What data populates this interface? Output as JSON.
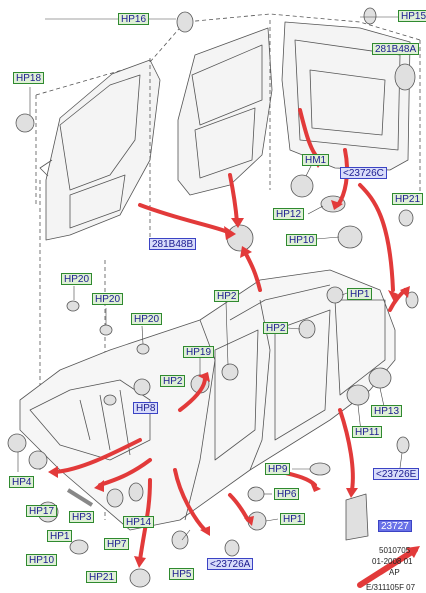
{
  "labels": {
    "hp16": "HP16",
    "hp15": "HP15",
    "b281_top": "281B48A",
    "hp18": "HP18",
    "hm1": "HM1",
    "c23726c": "<23726C",
    "hp12": "HP12",
    "hp21_r": "HP21",
    "b281_mid": "281B48B",
    "hp10_mid": "HP10",
    "hp20_a": "HP20",
    "hp20_b": "HP20",
    "hp2_top": "HP2",
    "hp1_r": "HP1",
    "hp20_c": "HP20",
    "hp2_mid": "HP2",
    "hp19": "HP19",
    "hp2_left": "HP2",
    "hp8": "HP8",
    "hp13": "HP13",
    "hp11": "HP11",
    "hp4": "HP4",
    "c23726e": "<23726E",
    "hp9": "HP9",
    "hp6": "HP6",
    "hp17": "HP17",
    "hp3": "HP3",
    "hp14": "HP14",
    "hp1_bot": "HP1",
    "hp1_left": "HP1",
    "hp7": "HP7",
    "hp10_bot": "HP10",
    "c23726a": "<23726A",
    "p23727": "23727",
    "hp21_bot": "HP21",
    "hp5": "HP5"
  },
  "reference": {
    "line1": "5010705",
    "line2": "01-2008 01",
    "line3": "AP",
    "line4": "E/311105F 07"
  }
}
